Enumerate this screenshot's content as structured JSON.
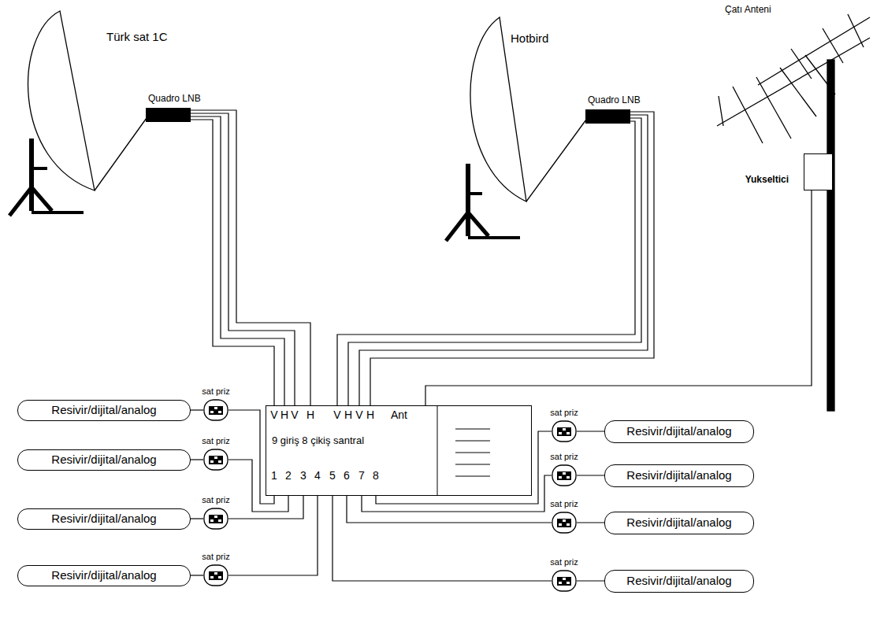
{
  "diagram": {
    "nodes": [
      {
        "text": [
          "Quadro LNB"
        ]
      },
      {
        "text": [
          "Quadro LNB"
        ]
      },
      {
        "text": [
          "Yukseltici"
        ]
      },
      {
        "text": [
          "V",
          "H",
          "V",
          "H",
          "V",
          "H",
          "V",
          "H",
          "Ant",
          "9 giriş 8 çikiş santral",
          "1",
          "2",
          "3",
          "4",
          "5",
          "6",
          "7",
          "8"
        ]
      },
      {
        "text": [
          "sat priz"
        ]
      },
      {
        "text": [
          "sat priz"
        ]
      },
      {
        "text": [
          "sat priz"
        ]
      },
      {
        "text": [
          "sat priz"
        ]
      },
      {
        "text": [
          "sat priz"
        ]
      },
      {
        "text": [
          "sat priz"
        ]
      },
      {
        "text": [
          "sat priz"
        ]
      },
      {
        "text": [
          "sat priz"
        ]
      },
      {
        "text": [
          "Resivir/dijital/analog"
        ]
      },
      {
        "text": [
          "Resivir/dijital/analog"
        ]
      },
      {
        "text": [
          "Resivir/dijital/analog"
        ]
      },
      {
        "text": [
          "Resivir/dijital/analog"
        ]
      },
      {
        "text": [
          "Resivir/dijital/analog"
        ]
      },
      {
        "text": [
          "Resivir/dijital/analog"
        ]
      },
      {
        "text": [
          "Resivir/dijital/analog"
        ]
      },
      {
        "text": [
          "Resivir/dijital/analog"
        ]
      }
    ],
    "edges": [
      {
        "from": 0,
        "to": 3,
        "arrow": "none"
      },
      {
        "from": 0,
        "to": 3,
        "arrow": "none"
      },
      {
        "from": 0,
        "to": 3,
        "arrow": "none"
      },
      {
        "from": 0,
        "to": 3,
        "arrow": "none"
      },
      {
        "from": 1,
        "to": 3,
        "arrow": "none"
      },
      {
        "from": 1,
        "to": 3,
        "arrow": "none"
      },
      {
        "from": 1,
        "to": 3,
        "arrow": "none"
      },
      {
        "from": 1,
        "to": 3,
        "arrow": "none"
      },
      {
        "from": 2,
        "to": 3,
        "arrow": "none"
      },
      {
        "from": 3,
        "to": 4,
        "arrow": "none"
      },
      {
        "from": 3,
        "to": 5,
        "arrow": "none"
      },
      {
        "from": 3,
        "to": 6,
        "arrow": "none"
      },
      {
        "from": 3,
        "to": 7,
        "arrow": "none"
      },
      {
        "from": 3,
        "to": 11,
        "arrow": "none"
      },
      {
        "from": 3,
        "to": 10,
        "arrow": "none"
      },
      {
        "from": 3,
        "to": 9,
        "arrow": "none"
      },
      {
        "from": 3,
        "to": 8,
        "arrow": "none"
      },
      {
        "from": 4,
        "to": 12,
        "arrow": "none"
      },
      {
        "from": 5,
        "to": 13,
        "arrow": "none"
      },
      {
        "from": 6,
        "to": 14,
        "arrow": "none"
      },
      {
        "from": 7,
        "to": 15,
        "arrow": "none"
      },
      {
        "from": 8,
        "to": 16,
        "arrow": "none"
      },
      {
        "from": 9,
        "to": 17,
        "arrow": "none"
      },
      {
        "from": 10,
        "to": 18,
        "arrow": "none"
      },
      {
        "from": 11,
        "to": 19,
        "arrow": "none"
      }
    ],
    "labels": [
      "Türk sat 1C",
      "Hotbird",
      "Çatı Anteni"
    ]
  }
}
